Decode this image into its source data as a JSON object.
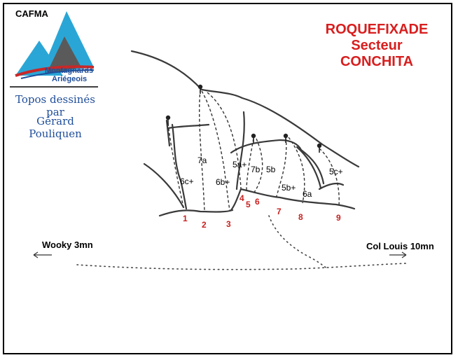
{
  "logo": {
    "org": "CAFMA",
    "name_line1": "Montagnards",
    "name_line2": "Ariégeois",
    "colors": {
      "dark": "#5a5a5a",
      "blue": "#2aa6d6",
      "red": "#c82828",
      "navy": "#1f4e9a"
    }
  },
  "credit": {
    "line1": "Topos dessinés par",
    "line2": "Gérard Pouliquen"
  },
  "title": {
    "line1": "ROQUEFIXADE",
    "line2": "Secteur",
    "line3": "CONCHITA",
    "color": "#d81e1e"
  },
  "grades": [
    "6c+",
    "7a",
    "6b+",
    "5a+",
    "7b",
    "5b",
    "5b+",
    "6a",
    "5c+"
  ],
  "route_numbers": [
    "1",
    "2",
    "3",
    "4",
    "5",
    "6",
    "7",
    "8",
    "9"
  ],
  "approach": {
    "left_label": "Wooky 3mn",
    "right_label": "Col Louis 10mn"
  }
}
